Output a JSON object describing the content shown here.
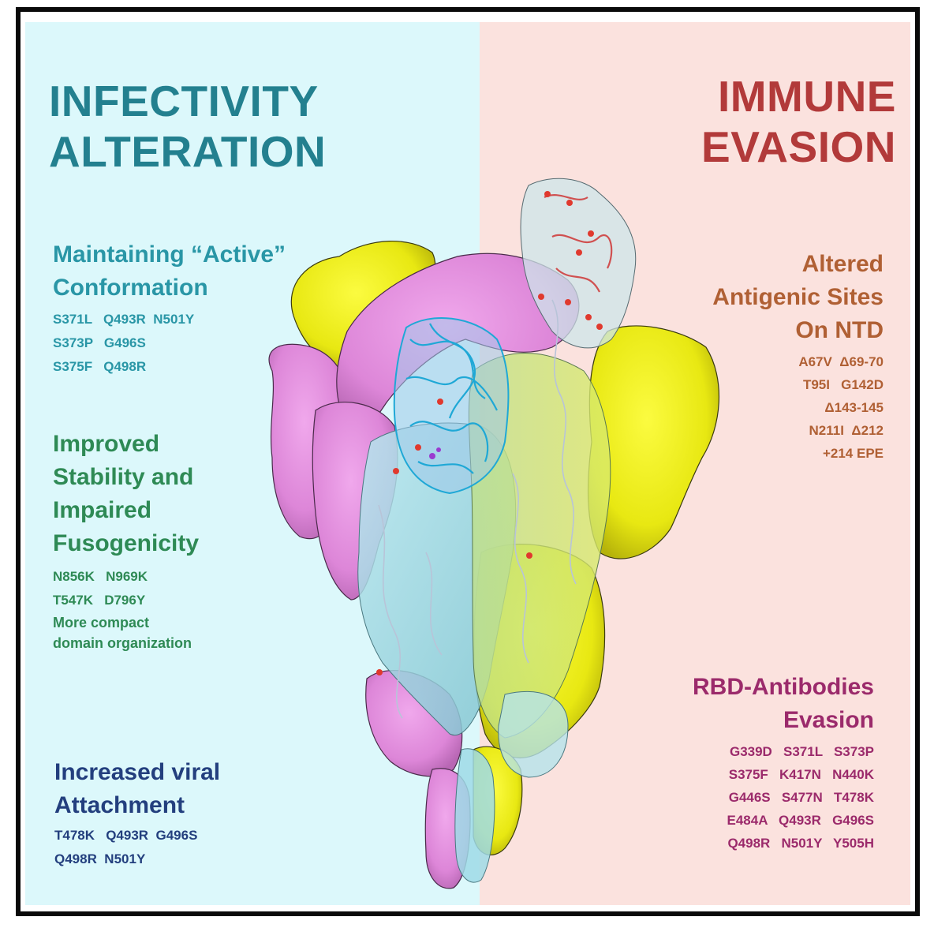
{
  "colors": {
    "left_bg": "#dcf8fb",
    "right_bg": "#fbe2de",
    "frame": "#0a0a0a",
    "infectivity_title": "#23808f",
    "active_conformation": "#2996a6",
    "stability": "#2e8a55",
    "attachment": "#233f7e",
    "immune_title": "#b23a3a",
    "ntd": "#b06034",
    "rbd": "#9b2a6b",
    "protein_pink": "#e48de0",
    "protein_yellow": "#eaea14",
    "protein_cyan": "#9fdbe6",
    "ribbon_blue": "#1fa8d6",
    "mutation_red": "#e0392e"
  },
  "left": {
    "title_lines": [
      "INFECTIVITY",
      "ALTERATION"
    ],
    "active": {
      "heading_lines": [
        "Maintaining “Active”",
        "Conformation"
      ],
      "mutation_rows": [
        "S371L   Q493R  N501Y",
        "S373P   G496S",
        "S375F   Q498R"
      ]
    },
    "stability": {
      "heading_lines": [
        "Improved",
        "Stability and",
        "Impaired",
        "Fusogenicity"
      ],
      "mutation_rows": [
        "N856K   N969K",
        "T547K   D796Y"
      ],
      "note_lines": [
        "More compact",
        "domain organization"
      ]
    },
    "attachment": {
      "heading_lines": [
        "Increased viral",
        "Attachment"
      ],
      "mutation_rows": [
        "T478K   Q493R  G496S",
        "Q498R  N501Y"
      ]
    }
  },
  "right": {
    "title_lines": [
      "IMMUNE",
      "EVASION"
    ],
    "ntd": {
      "heading_lines": [
        "Altered",
        "Antigenic Sites",
        "On NTD"
      ],
      "mutation_rows": [
        "A67V  Δ69-70",
        "T95I   G142D",
        "Δ143-145",
        "N211I  Δ212",
        "+214 EPE"
      ]
    },
    "rbd": {
      "heading_lines": [
        "RBD-Antibodies",
        "Evasion"
      ],
      "mutation_rows": [
        "G339D   S371L   S373P",
        "S375F   K417N   N440K",
        "G446S   S477N   T478K",
        "E484A   Q493R   G496S",
        "Q498R   N501Y   Y505H"
      ]
    }
  },
  "figure": {
    "subject": "spike-protein-trimer-structure"
  }
}
